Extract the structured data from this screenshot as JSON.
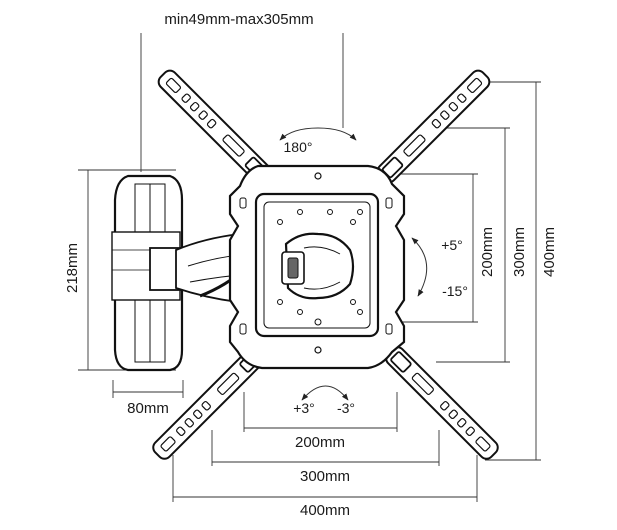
{
  "diagram": {
    "extension_label": "min49mm-max305mm",
    "swivel_label": "180°",
    "tilt_up_label": "+5°",
    "tilt_down_label": "-15°",
    "rotate_left_label": "+3°",
    "rotate_right_label": "-3°",
    "height_label": "218mm",
    "depth_label": "80mm",
    "vesa_h_small": "200mm",
    "vesa_h_medium": "300mm",
    "vesa_h_large": "400mm",
    "vesa_v_small": "200mm",
    "vesa_v_medium": "300mm",
    "vesa_v_large": "400mm"
  }
}
